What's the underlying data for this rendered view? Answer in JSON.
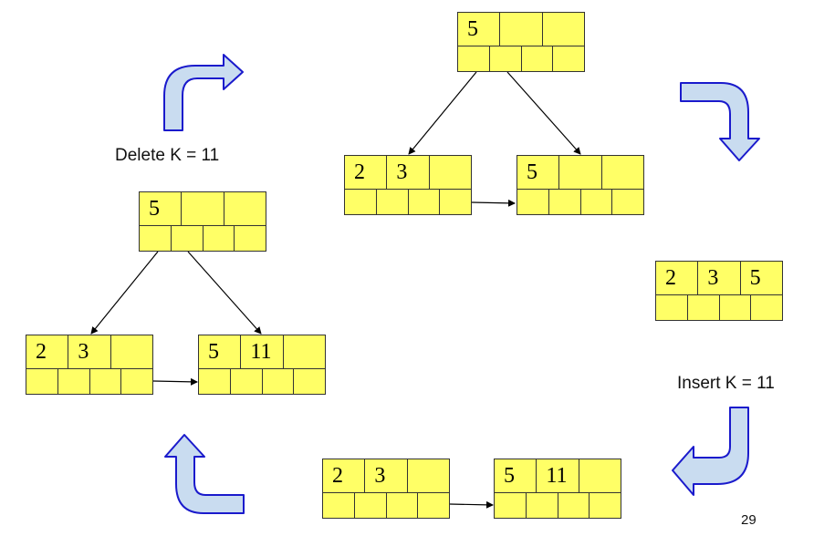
{
  "colors": {
    "node_fill": "#ffff66",
    "arrow_fill": "#c9dcf0",
    "arrow_stroke": "#1a1acc"
  },
  "icons": [
    "curved-arrow-up-right-icon",
    "curved-arrow-down-right-icon",
    "curved-arrow-down-left-icon",
    "curved-arrow-up-left-icon"
  ],
  "captions": {
    "delete": "Delete K = 11",
    "insert": "Insert K = 11"
  },
  "page_number": "29",
  "tree_top": {
    "root": [
      "5",
      "",
      ""
    ],
    "left_leaf": [
      "2",
      "3",
      ""
    ],
    "right_leaf": [
      "5",
      "",
      ""
    ]
  },
  "single_leaf": [
    "2",
    "3",
    "5"
  ],
  "leaves_bottom": {
    "left": [
      "2",
      "3",
      ""
    ],
    "right": [
      "5",
      "11",
      ""
    ]
  },
  "tree_left": {
    "root": [
      "5",
      "",
      ""
    ],
    "left_leaf": [
      "2",
      "3",
      ""
    ],
    "right_leaf": [
      "5",
      "11",
      ""
    ]
  }
}
